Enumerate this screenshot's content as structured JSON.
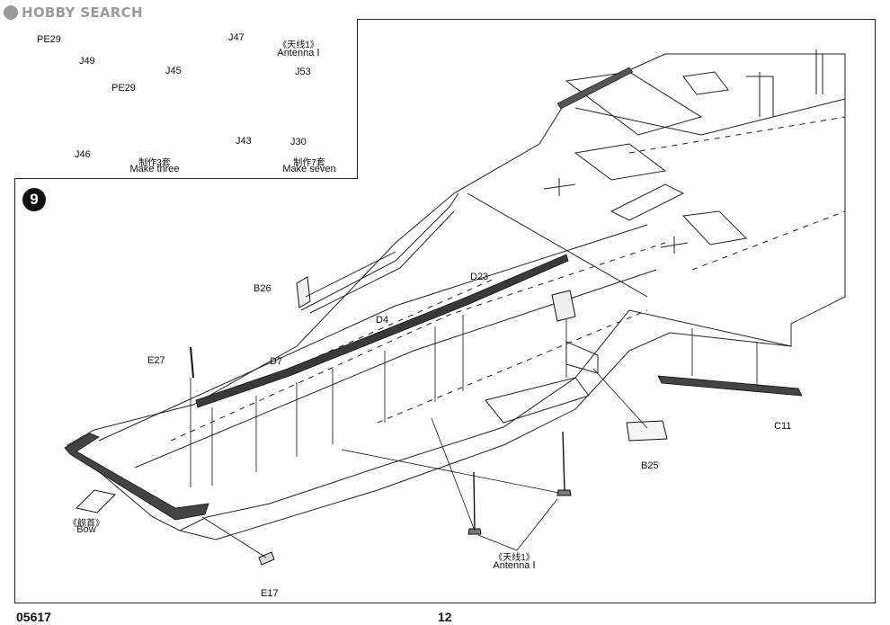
{
  "watermark": {
    "brand": "HOBBY SEARCH"
  },
  "inset": {
    "group_left": {
      "parts": [
        "PE29",
        "J49",
        "PE29",
        "J46"
      ],
      "caption_cn": "制作3套",
      "caption_en": "Make three"
    },
    "group_middle": {
      "parts": [
        "J45",
        "J47",
        "J43"
      ]
    },
    "group_right": {
      "title_cn": "《天线1》",
      "title_en": "Antenna Ⅰ",
      "parts": [
        "J53",
        "J30"
      ],
      "caption_cn": "制作7套",
      "caption_en": "Make seven"
    }
  },
  "step": {
    "number": "9"
  },
  "main": {
    "part_labels": [
      "B26",
      "D23",
      "D4",
      "D7",
      "E27",
      "C11",
      "B25",
      "E17"
    ],
    "bow_cn": "《舰首》",
    "bow_en": "Bow",
    "antenna_cn": "《天线1》",
    "antenna_en": "Antenna Ⅰ"
  },
  "footer": {
    "code": "05617",
    "page": "12"
  },
  "colors": {
    "ink": "#111111",
    "watermark": "#9a9a9a",
    "shade": "#555555"
  }
}
